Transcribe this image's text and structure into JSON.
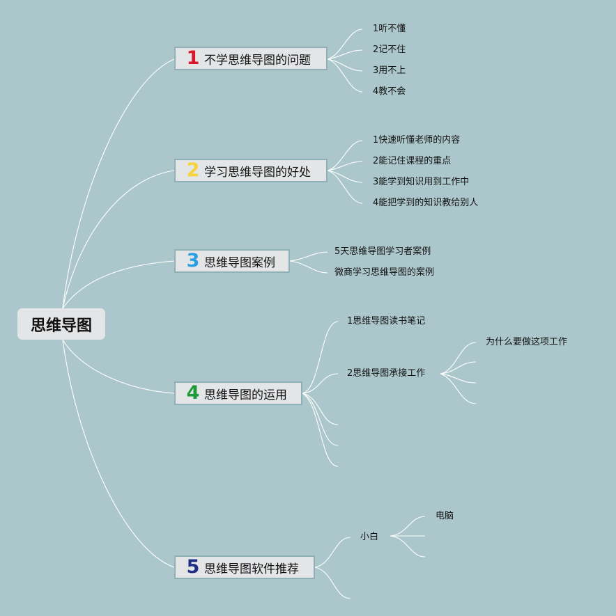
{
  "root": {
    "label": "思维导图"
  },
  "branches": [
    {
      "num": "1",
      "label": "不学思维导图的问题",
      "color": "#d7192b",
      "children": [
        "1听不懂",
        "2记不住",
        "3用不上",
        "4教不会"
      ]
    },
    {
      "num": "2",
      "label": "学习思维导图的好处",
      "color": "#f5d43a",
      "children": [
        "1快速听懂老师的内容",
        "2能记住课程的重点",
        "3能学到知识用到工作中",
        "4能把学到的知识教给别人"
      ]
    },
    {
      "num": "3",
      "label": "思维导图案例",
      "color": "#2a9ee2",
      "children": [
        "5天思维导图学习者案例",
        "微商学习思维导图的案例"
      ]
    },
    {
      "num": "4",
      "label": "思维导图的运用",
      "color": "#1e9a3a",
      "children": [
        "1思维导图读书笔记",
        "2思维导图承接工作"
      ],
      "grandchildren": [
        "为什么要做这项工作"
      ]
    },
    {
      "num": "5",
      "label": "思维导图软件推荐",
      "color": "#1e2f85",
      "children": [
        "小白"
      ],
      "grandchildren": [
        "电脑"
      ]
    }
  ]
}
